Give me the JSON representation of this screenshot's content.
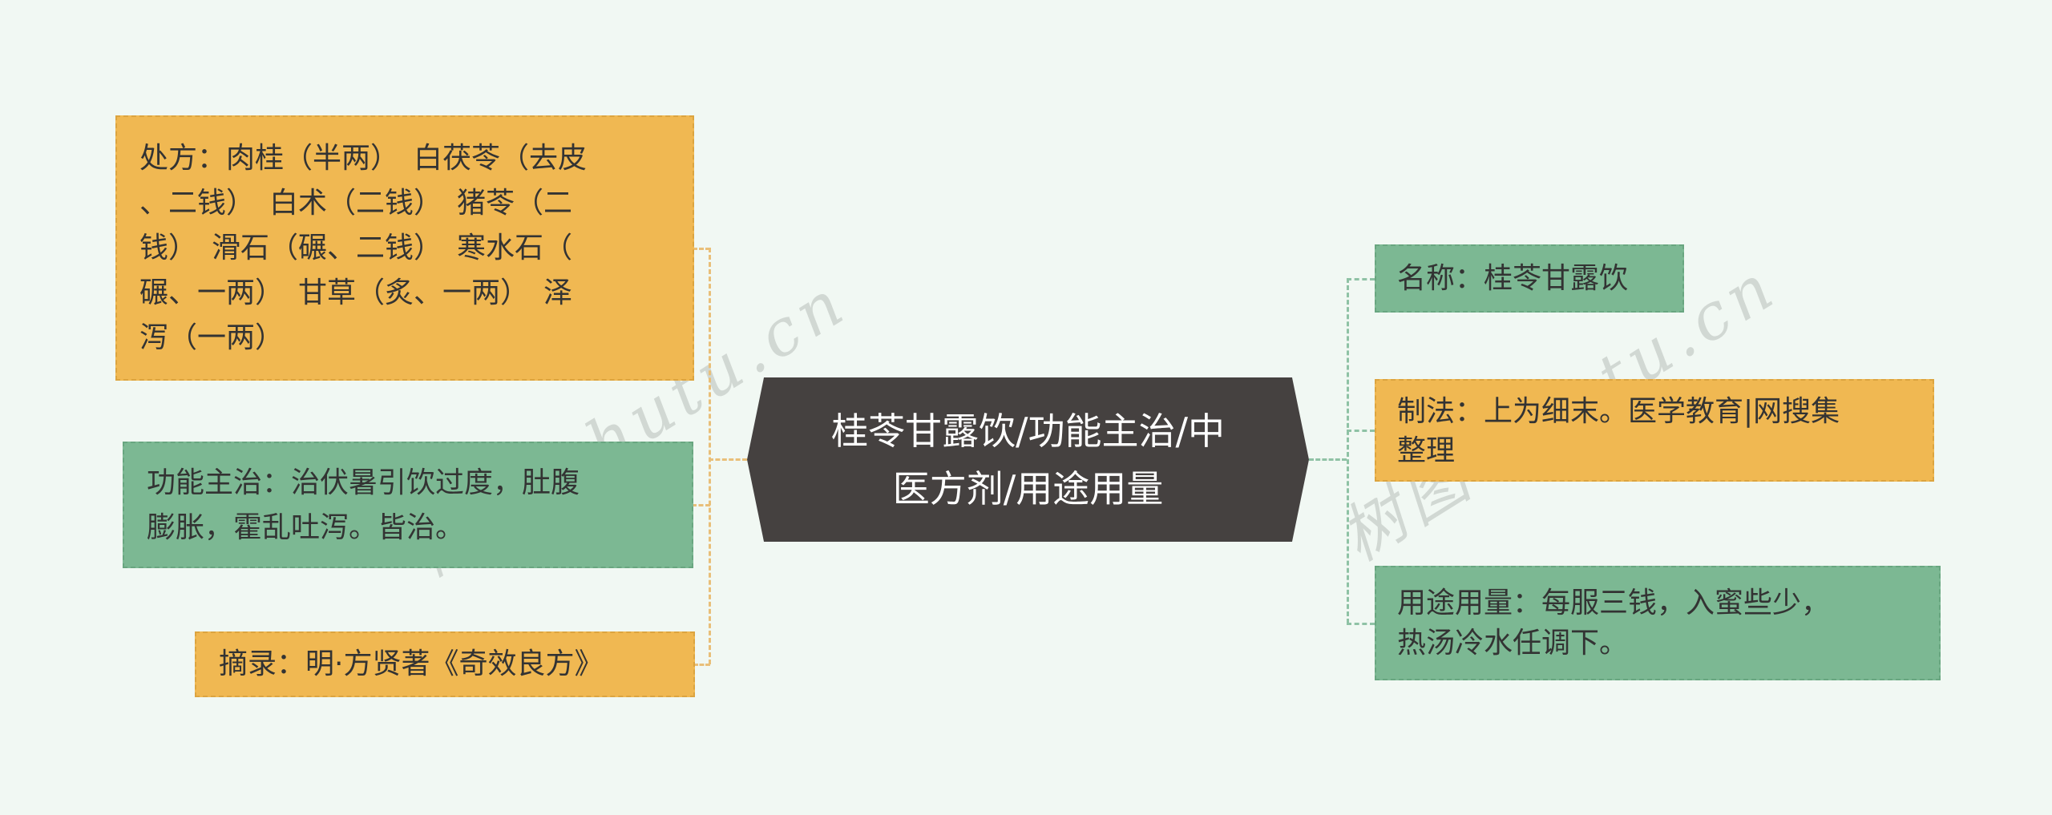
{
  "title": "桂苓甘露饮方剂思维导图",
  "center": {
    "label": "桂苓甘露饮/功能主治/中\n医方剂/用途用量"
  },
  "left_nodes": [
    {
      "id": "prescription",
      "color": "orange",
      "text": "处方：肉桂（半两）　白茯苓（去皮\n、二钱）　白术（二钱）　猪苓（二\n钱）　滑石（碾、二钱）　寒水石（\n碾、一两）　甘草（炙、一两）　泽\n泻（一两）"
    },
    {
      "id": "indications",
      "color": "green",
      "text": "功能主治：治伏暑引饮过度，肚腹\n膨胀，霍乱吐泻。皆治。"
    },
    {
      "id": "excerpt",
      "color": "orange",
      "text": "摘录：明·方贤著《奇效良方》"
    }
  ],
  "right_nodes": [
    {
      "id": "name",
      "color": "green",
      "text": "名称：桂苓甘露饮"
    },
    {
      "id": "method",
      "color": "orange",
      "text": "制法：上为细末。医学教育|网搜集\n整理"
    },
    {
      "id": "dosage",
      "color": "green",
      "text": "用途用量：每服三钱，入蜜些少，\n热汤冷水任调下。"
    }
  ],
  "watermark": {
    "text": "树图 shutu.cn"
  },
  "colors": {
    "background": "#f1f8f3",
    "orange": "#f0b852",
    "orange_border": "#dca43f",
    "green": "#7cb893",
    "green_border": "#69a680",
    "center_bg": "#454140",
    "center_text": "#ffffff",
    "text": "#333333",
    "connector_left": "#e9bf79",
    "connector_right": "#8fc2a5",
    "watermark": "rgba(0,0,0,0.13)"
  }
}
